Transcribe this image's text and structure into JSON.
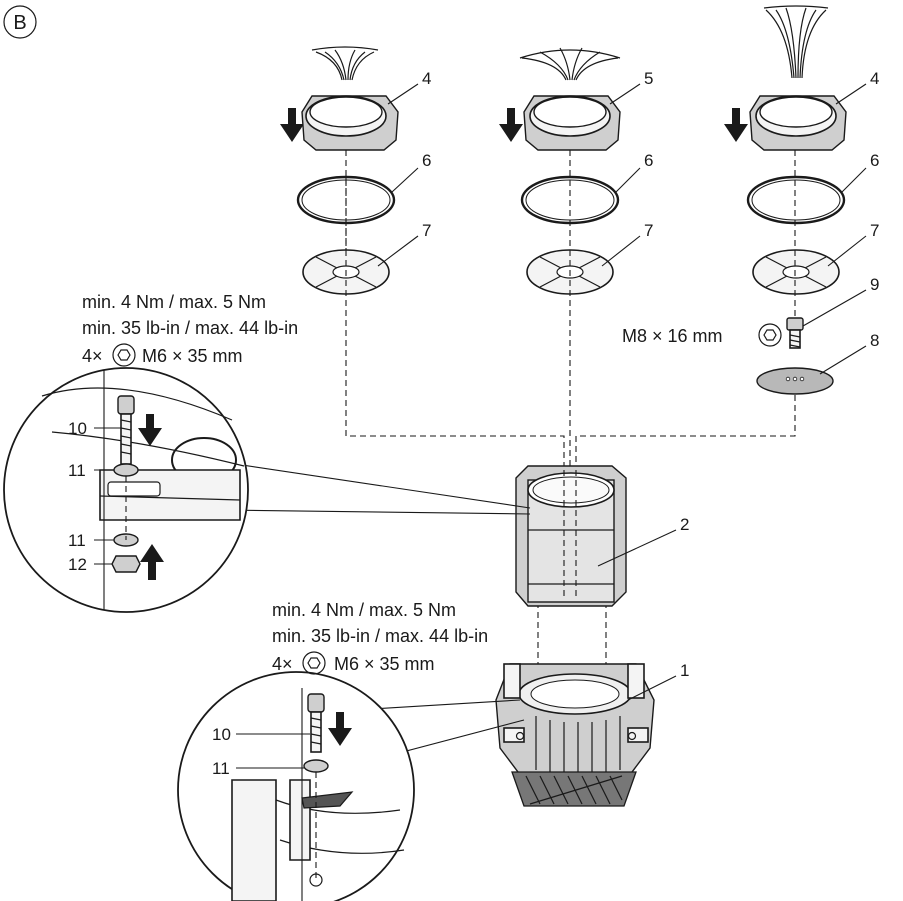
{
  "figure_label": "B",
  "callouts": {
    "n1": "1",
    "n2": "2",
    "n4a": "4",
    "n5": "5",
    "n4b": "4",
    "n6a": "6",
    "n6b": "6",
    "n6c": "6",
    "n7a": "7",
    "n7b": "7",
    "n7c": "7",
    "n8": "8",
    "n9": "9",
    "d1_10": "10",
    "d1_11a": "11",
    "d1_11b": "11",
    "d1_12": "12",
    "d2_10": "10",
    "d2_11": "11"
  },
  "specs": {
    "upper": {
      "line1": "min. 4 Nm / max. 5 Nm",
      "line2": "min.  35 lb-in / max. 44 lb-in",
      "line3_prefix": "4×",
      "line3_suffix": "M6 × 35 mm"
    },
    "lower": {
      "line1": "min. 4 Nm / max. 5 Nm",
      "line2": "min.  35 lb-in / max. 44 lb-in",
      "line3_prefix": "4×",
      "line3_suffix": "M6 × 35 mm"
    },
    "screw9": "M8 × 16 mm"
  }
}
